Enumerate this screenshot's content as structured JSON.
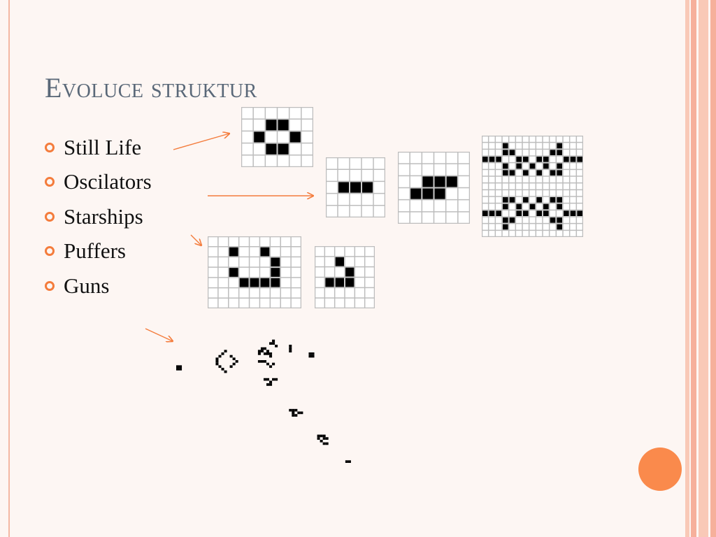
{
  "slide": {
    "title": "Evoluce struktur",
    "bullets": [
      "Still Life",
      "Oscilators",
      "Starships",
      "Puffers",
      "Guns"
    ]
  },
  "colors": {
    "accent": "#f47c3c",
    "title": "#5a6878",
    "background": "#fdf6f3",
    "circle": "#fa8a4c",
    "border_stripes": [
      "#f9c9b7",
      "#f6b09b",
      "#f9c9b7"
    ]
  },
  "patterns": {
    "still_life": {
      "cols": 6,
      "rows": 5,
      "line": "#bdbdbd",
      "cells": [
        [
          2,
          1
        ],
        [
          3,
          1
        ],
        [
          1,
          2
        ],
        [
          4,
          2
        ],
        [
          2,
          3
        ],
        [
          3,
          3
        ]
      ]
    },
    "blinker": {
      "cols": 5,
      "rows": 5,
      "line": "#bdbdbd",
      "cells": [
        [
          1,
          2
        ],
        [
          2,
          2
        ],
        [
          3,
          2
        ]
      ]
    },
    "toad": {
      "cols": 6,
      "rows": 6,
      "line": "#bdbdbd",
      "cells": [
        [
          2,
          2
        ],
        [
          3,
          2
        ],
        [
          4,
          2
        ],
        [
          1,
          3
        ],
        [
          2,
          3
        ],
        [
          3,
          3
        ]
      ]
    },
    "pulsar": {
      "cols": 15,
      "rows": 15,
      "line": "#bdbdbd",
      "cells": [
        [
          3,
          1
        ],
        [
          3,
          2
        ],
        [
          4,
          2
        ],
        [
          11,
          1
        ],
        [
          11,
          2
        ],
        [
          10,
          2
        ],
        [
          0,
          3
        ],
        [
          1,
          3
        ],
        [
          2,
          3
        ],
        [
          5,
          3
        ],
        [
          6,
          3
        ],
        [
          8,
          3
        ],
        [
          9,
          3
        ],
        [
          12,
          3
        ],
        [
          13,
          3
        ],
        [
          14,
          3
        ],
        [
          3,
          4
        ],
        [
          5,
          4
        ],
        [
          7,
          4
        ],
        [
          9,
          4
        ],
        [
          11,
          4
        ],
        [
          3,
          5
        ],
        [
          4,
          5
        ],
        [
          6,
          5
        ],
        [
          8,
          5
        ],
        [
          10,
          5
        ],
        [
          11,
          5
        ],
        [
          3,
          9
        ],
        [
          4,
          9
        ],
        [
          6,
          9
        ],
        [
          8,
          9
        ],
        [
          10,
          9
        ],
        [
          11,
          9
        ],
        [
          3,
          10
        ],
        [
          5,
          10
        ],
        [
          7,
          10
        ],
        [
          9,
          10
        ],
        [
          11,
          10
        ],
        [
          0,
          11
        ],
        [
          1,
          11
        ],
        [
          2,
          11
        ],
        [
          5,
          11
        ],
        [
          6,
          11
        ],
        [
          8,
          11
        ],
        [
          9,
          11
        ],
        [
          12,
          11
        ],
        [
          13,
          11
        ],
        [
          14,
          11
        ],
        [
          3,
          12
        ],
        [
          4,
          12
        ],
        [
          3,
          13
        ],
        [
          11,
          12
        ],
        [
          10,
          12
        ],
        [
          11,
          13
        ]
      ]
    },
    "spaceship": {
      "cols": 9,
      "rows": 7,
      "line": "#bdbdbd",
      "cells": [
        [
          2,
          1
        ],
        [
          5,
          1
        ],
        [
          2,
          3
        ],
        [
          6,
          2
        ],
        [
          6,
          3
        ],
        [
          3,
          4
        ],
        [
          4,
          4
        ],
        [
          5,
          4
        ],
        [
          6,
          4
        ]
      ]
    },
    "glider": {
      "cols": 6,
      "rows": 6,
      "line": "#bdbdbd",
      "cells": [
        [
          2,
          1
        ],
        [
          3,
          2
        ],
        [
          1,
          3
        ],
        [
          2,
          3
        ],
        [
          3,
          3
        ]
      ]
    },
    "gun": {
      "cols": 64,
      "rows": 49,
      "line": "none",
      "cells": [
        [
          0,
          11
        ],
        [
          0,
          12
        ],
        [
          1,
          11
        ],
        [
          1,
          12
        ],
        [
          15,
          7
        ],
        [
          16,
          6
        ],
        [
          17,
          5
        ],
        [
          14,
          8
        ],
        [
          14,
          9
        ],
        [
          14,
          10
        ],
        [
          15,
          11
        ],
        [
          16,
          12
        ],
        [
          17,
          13
        ],
        [
          19,
          7
        ],
        [
          19,
          11
        ],
        [
          20,
          8
        ],
        [
          20,
          10
        ],
        [
          21,
          9
        ],
        [
          29,
          5
        ],
        [
          29,
          6
        ],
        [
          30,
          4
        ],
        [
          30,
          5
        ],
        [
          31,
          4
        ],
        [
          31,
          6
        ],
        [
          32,
          5
        ],
        [
          32,
          6
        ],
        [
          33,
          6
        ],
        [
          33,
          7
        ],
        [
          29,
          9
        ],
        [
          30,
          9
        ],
        [
          31,
          9
        ],
        [
          32,
          10
        ],
        [
          33,
          11
        ],
        [
          34,
          10
        ],
        [
          33,
          2
        ],
        [
          34,
          1
        ],
        [
          34,
          2
        ],
        [
          35,
          3
        ],
        [
          40,
          3
        ],
        [
          40,
          4
        ],
        [
          40,
          5
        ],
        [
          47,
          6
        ],
        [
          47,
          7
        ],
        [
          48,
          6
        ],
        [
          48,
          7
        ],
        [
          31,
          16
        ],
        [
          32,
          16
        ],
        [
          33,
          17
        ],
        [
          34,
          16
        ],
        [
          35,
          16
        ],
        [
          32,
          18
        ],
        [
          33,
          18
        ],
        [
          40,
          28
        ],
        [
          41,
          28
        ],
        [
          42,
          28
        ],
        [
          41,
          29
        ],
        [
          43,
          29
        ],
        [
          44,
          29
        ],
        [
          41,
          30
        ],
        [
          42,
          30
        ],
        [
          50,
          38
        ],
        [
          51,
          38
        ],
        [
          52,
          38
        ],
        [
          50,
          39
        ],
        [
          51,
          40
        ],
        [
          52,
          39
        ],
        [
          53,
          39
        ],
        [
          52,
          41
        ],
        [
          53,
          41
        ],
        [
          61,
          49
        ],
        [
          61,
          48
        ],
        [
          60,
          48
        ],
        [
          61,
          50
        ],
        [
          62,
          50
        ],
        [
          63,
          49
        ]
      ]
    }
  }
}
